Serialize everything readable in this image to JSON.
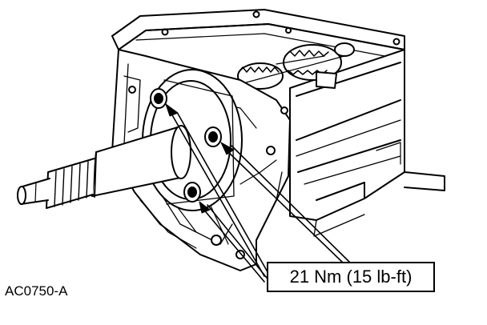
{
  "callout": {
    "text": "21 Nm (15 lb-ft)"
  },
  "figure_id": "AC0750-A",
  "icons": [
    "transmission-case-drawing",
    "bolt-icon"
  ],
  "colors": {
    "ink": "#000000",
    "paper": "#ffffff"
  }
}
